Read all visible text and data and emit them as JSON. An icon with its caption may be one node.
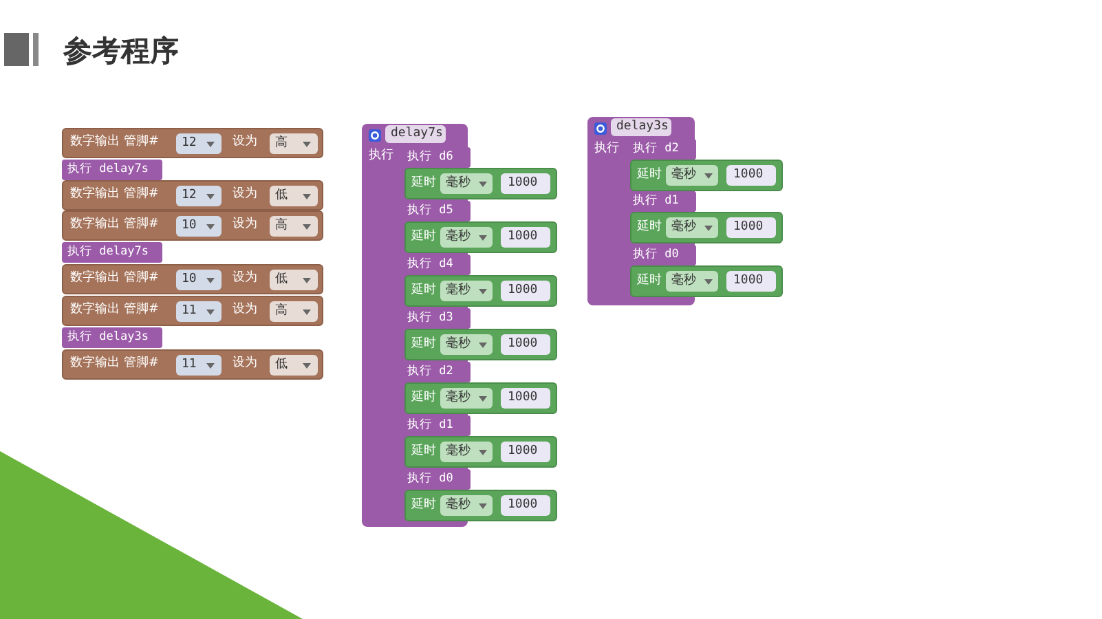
{
  "diagram": {
    "title": "参考程序",
    "nodes": [
      {
        "text": [
          "数字输出 管脚#",
          "12",
          "设为",
          "高"
        ]
      },
      {
        "text": [
          "执行 delay7s"
        ]
      },
      {
        "text": [
          "数字输出 管脚#",
          "12",
          "设为",
          "低"
        ]
      },
      {
        "text": [
          "数字输出 管脚#",
          "10",
          "设为",
          "高"
        ]
      },
      {
        "text": [
          "执行 delay7s"
        ]
      },
      {
        "text": [
          "数字输出 管脚#",
          "10",
          "设为",
          "低"
        ]
      },
      {
        "text": [
          "数字输出 管脚#",
          "11",
          "设为",
          "高"
        ]
      },
      {
        "text": [
          "执行 delay3s"
        ]
      },
      {
        "text": [
          "数字输出 管脚#",
          "11",
          "设为",
          "低"
        ]
      },
      {
        "text": [
          "delay7s",
          "执行"
        ]
      },
      {
        "text": [
          "执行 d6"
        ],
        "in": 9
      },
      {
        "text": [
          "延时",
          "毫秒",
          "1000"
        ]
      },
      {
        "text": [
          "执行 d5"
        ],
        "in": 9
      },
      {
        "text": [
          "延时",
          "毫秒",
          "1000"
        ]
      },
      {
        "text": [
          "执行 d4"
        ],
        "in": 9
      },
      {
        "text": [
          "延时",
          "毫秒",
          "1000"
        ]
      },
      {
        "text": [
          "执行 d3"
        ],
        "in": 9
      },
      {
        "text": [
          "延时",
          "毫秒",
          "1000"
        ]
      },
      {
        "text": [
          "执行 d2"
        ],
        "in": 9
      },
      {
        "text": [
          "延时",
          "毫秒",
          "1000"
        ]
      },
      {
        "text": [
          "执行 d1"
        ],
        "in": 9
      },
      {
        "text": [
          "延时",
          "毫秒",
          "1000"
        ]
      },
      {
        "text": [
          "执行 d0"
        ],
        "in": 9
      },
      {
        "text": [
          "延时",
          "毫秒",
          "1000"
        ]
      },
      {
        "text": [
          "delay3s",
          "执行"
        ]
      },
      {
        "text": [
          "执行 d2"
        ],
        "in": 24
      },
      {
        "text": [
          "延时",
          "毫秒",
          "1000"
        ]
      },
      {
        "text": [
          "执行 d1"
        ],
        "in": 24
      },
      {
        "text": [
          "延时",
          "毫秒",
          "1000"
        ]
      },
      {
        "text": [
          "执行 d0"
        ],
        "in": 24
      },
      {
        "text": [
          "延时",
          "毫秒",
          "1000"
        ]
      }
    ]
  }
}
